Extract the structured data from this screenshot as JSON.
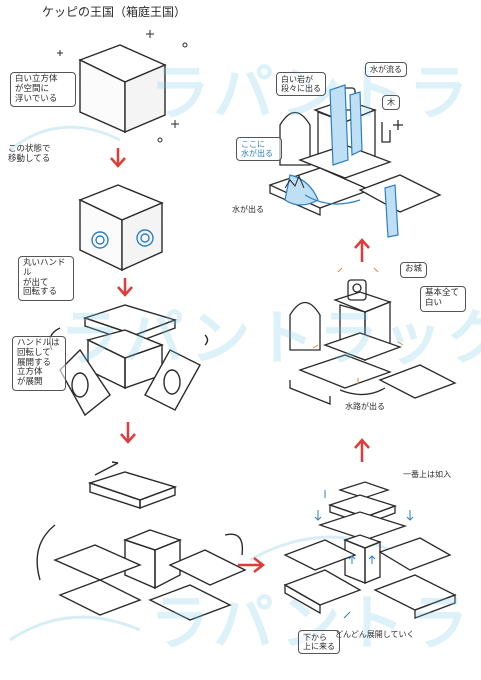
{
  "title": "ケッピの王国（箱庭王国）",
  "watermark": "ラパントラック",
  "notes": {
    "cube_floating": "白い立方体\nが空間に\n浮いでいる",
    "moving": "この状態で\n移動してる",
    "round_handle": "丸いハンドル\nが出て\n回転する",
    "handle_unfold": "ハンドルは\n回転して\n展開する\n立方体\nが展開",
    "white_steps": "白い岩が\n段々に出る",
    "water_appears": "ここに\n水が出る",
    "water_falls": "水が流る",
    "tree": "木",
    "emerges_from_bottom": "下から\n上に来る",
    "unfolds_gradually": "どんどん展開していく",
    "top_piece": "一番上は如入",
    "castle": "お城",
    "all_white_base": "基本全て\n白い",
    "water_path": "水路が出る",
    "water_flows_out": "水が出る"
  },
  "colors": {
    "ink": "#2b2b2b",
    "arrow_red": "#e03a3a",
    "water_blue": "#2d7fc1",
    "watermark": "#bfe3ef"
  }
}
